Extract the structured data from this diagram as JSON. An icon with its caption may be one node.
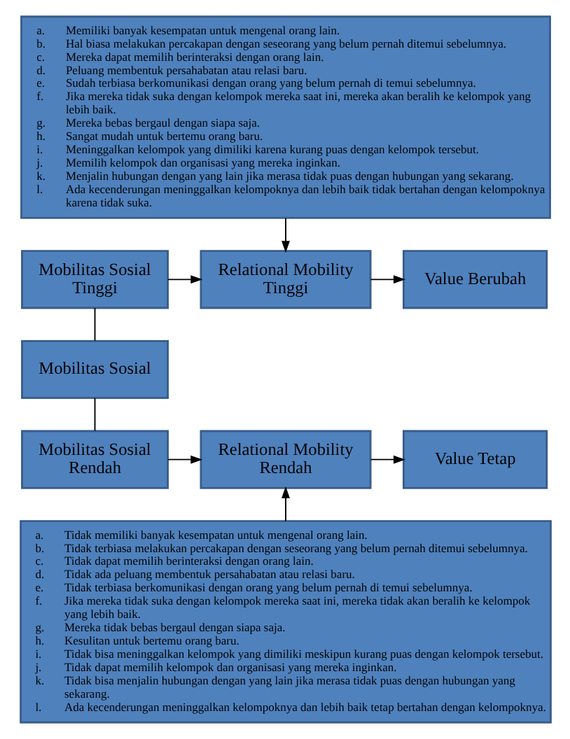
{
  "diagram": {
    "nodes": [
      {
        "text": [
          "a. Memiliki banyak kesempatan untuk mengenal orang lain.",
          "b. Hal biasa melakukan percakapan dengan seseorang yang belum pernah ditemui sebelumnya.",
          "c. Mereka dapat memilih berinteraksi dengan orang lain.",
          "d. Peluang membentuk persahabatan atau relasi baru.",
          "e. Sudah terbiasa berkomunikasi dengan orang yang belum pernah di temui sebelumnya.",
          "f. Jika mereka tidak suka dengan kelompok mereka saat ini, mereka akan beralih ke kelompok yang lebih baik.",
          "g. Mereka bebas bergaul dengan siapa saja.",
          "h. Sangat mudah untuk bertemu orang baru.",
          "i. Meninggalkan kelompok yang dimiliki karena kurang puas dengan kelompok tersebut.",
          "j. Memilih kelompok dan organisasi yang mereka inginkan.",
          "k. Menjalin hubungan dengan yang lain jika merasa tidak puas dengan hubungan yang sekarang.",
          "l. Ada kecenderungan meninggalkan kelompoknya dan lebih baik tidak bertahan dengan kelompoknya karena tidak suka."
        ]
      },
      {
        "text": [
          "Mobilitas Sosial Tinggi"
        ]
      },
      {
        "text": [
          "Relational Mobility Tinggi"
        ]
      },
      {
        "text": [
          "Value Berubah"
        ]
      },
      {
        "text": [
          "Mobilitas Sosial"
        ]
      },
      {
        "text": [
          "Mobilitas Sosial Rendah"
        ]
      },
      {
        "text": [
          "Relational Mobility Rendah"
        ]
      },
      {
        "text": [
          "Value Tetap"
        ]
      },
      {
        "text": [
          "a. Tidak memiliki banyak kesempatan untuk mengenal orang lain.",
          "b. Tidak terbiasa melakukan percakapan dengan seseorang yang belum pernah ditemui sebelumnya.",
          "c. Tidak dapat memilih berinteraksi dengan orang lain.",
          "d. Tidak ada peluang membentuk persahabatan atau relasi baru.",
          "e. Tidak terbiasa berkomunikasi dengan orang yang belum pernah di temui sebelumnya.",
          "f. Jika mereka tidak suka dengan kelompok mereka saat ini, mereka tidak akan beralih ke kelompok yang lebih baik.",
          "g. Mereka tidak bebas bergaul dengan siapa saja.",
          "h. Kesulitan untuk bertemu orang baru.",
          "i. Tidak bisa meninggalkan kelompok yang dimiliki meskipun kurang puas dengan kelompok tersebut.",
          "j. Tidak dapat memilih kelompok dan organisasi yang mereka inginkan.",
          "k. Tidak bisa menjalin hubungan dengan yang lain jika merasa tidak puas dengan hubungan yang sekarang.",
          "l. Ada kecenderungan meninggalkan kelompoknya dan lebih baik tetap bertahan dengan kelompoknya."
        ]
      }
    ],
    "edges": [
      {
        "from": 0,
        "to": 2,
        "arrow": "to"
      },
      {
        "from": 4,
        "to": 1,
        "arrow": "none"
      },
      {
        "from": 4,
        "to": 5,
        "arrow": "none"
      },
      {
        "from": 1,
        "to": 2,
        "arrow": "to"
      },
      {
        "from": 2,
        "to": 3,
        "arrow": "to"
      },
      {
        "from": 5,
        "to": 6,
        "arrow": "to"
      },
      {
        "from": 6,
        "to": 7,
        "arrow": "to"
      },
      {
        "from": 8,
        "to": 6,
        "arrow": "to"
      }
    ]
  }
}
